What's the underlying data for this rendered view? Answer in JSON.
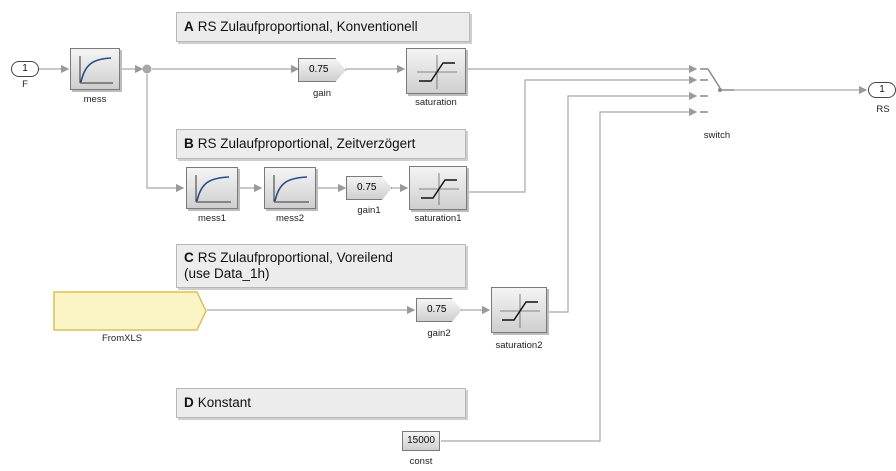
{
  "annotations": {
    "a": {
      "letter": "A",
      "text": "RS Zulaufproportional, Konventionell"
    },
    "b": {
      "letter": "B",
      "text": "RS Zulaufproportional, Zeitverzögert"
    },
    "c": {
      "letter": "C",
      "text": "RS Zulaufproportional, Voreilend",
      "text2": "(use Data_1h)"
    },
    "d": {
      "letter": "D",
      "text": "Konstant"
    }
  },
  "ports": {
    "inport": {
      "number": "1",
      "name": "F"
    },
    "outport": {
      "number": "1",
      "name": "RS"
    }
  },
  "blocks": {
    "mess": "mess",
    "mess1": "mess1",
    "mess2": "mess2",
    "gain": {
      "value": "0.75",
      "name": "gain"
    },
    "gain1": {
      "value": "0.75",
      "name": "gain1"
    },
    "gain2": {
      "value": "0.75",
      "name": "gain2"
    },
    "saturation": "saturation",
    "saturation1": "saturation1",
    "saturation2": "saturation2",
    "switch": "switch",
    "fromxls": "FromXLS",
    "const": {
      "value": "15000",
      "name": "const"
    }
  }
}
